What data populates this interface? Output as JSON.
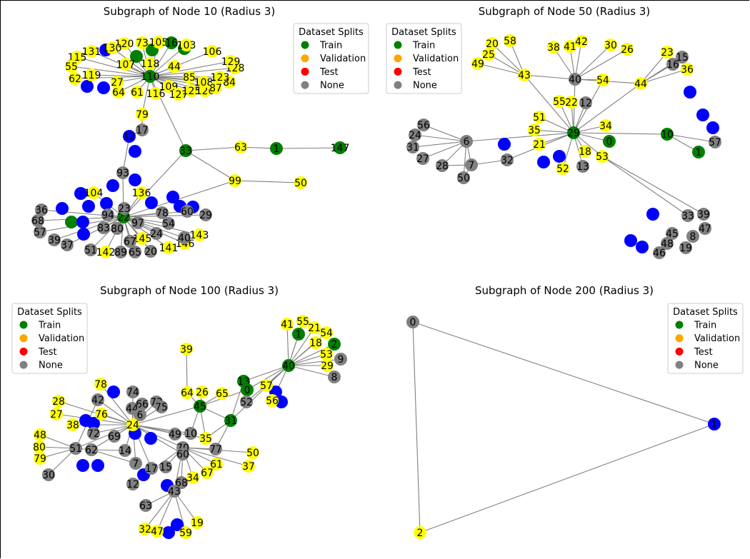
{
  "colors": {
    "Train": "#008000",
    "Validation": "#ffa500",
    "Test": "#ff0000",
    "None": "#808080",
    "yellow": "#ffff00",
    "blue": "#0000ff",
    "edge": "#808080"
  },
  "panels": [
    {
      "title": "Subgraph of Node 10 (Radius 3)",
      "legend": {
        "title": "Dataset Splits",
        "items": [
          "Train",
          "Validation",
          "Test",
          "None"
        ]
      }
    },
    {
      "title": "Subgraph of Node 50 (Radius 3)",
      "legend": {
        "title": "Dataset Splits",
        "items": [
          "Train",
          "Validation",
          "Test",
          "None"
        ]
      }
    },
    {
      "title": "Subgraph of Node 100 (Radius 3)",
      "legend": {
        "title": "Dataset Splits",
        "items": [
          "Train",
          "Validation",
          "Test",
          "None"
        ]
      }
    },
    {
      "title": "Subgraph of Node 200 (Radius 3)",
      "legend": {
        "title": "Dataset Splits",
        "items": [
          "Train",
          "Validation",
          "Test",
          "None"
        ]
      }
    }
  ],
  "graphs": [
    {
      "nodes": [
        {
          "id": "110",
          "c": "green"
        },
        {
          "id": "116",
          "c": "yellow"
        },
        {
          "id": "61",
          "c": "yellow"
        },
        {
          "id": "64",
          "c": "yellow"
        },
        {
          "id": "109",
          "c": "yellow"
        },
        {
          "id": "127",
          "c": "yellow"
        },
        {
          "id": "125",
          "c": "yellow"
        },
        {
          "id": "126",
          "c": "yellow"
        },
        {
          "id": "44",
          "c": "yellow"
        },
        {
          "id": "118",
          "c": "yellow"
        },
        {
          "id": "107",
          "c": "yellow"
        },
        {
          "id": "27",
          "c": "yellow"
        },
        {
          "id": "85",
          "c": "yellow"
        },
        {
          "id": "108",
          "c": "yellow"
        },
        {
          "id": "87",
          "c": "yellow"
        },
        {
          "id": "84",
          "c": "yellow"
        },
        {
          "id": "123",
          "c": "yellow"
        },
        {
          "id": "128",
          "c": "yellow"
        },
        {
          "id": "129",
          "c": "yellow"
        },
        {
          "id": "106",
          "c": "yellow"
        },
        {
          "id": "105",
          "c": "yellow"
        },
        {
          "id": "120",
          "c": "yellow"
        },
        {
          "id": "73",
          "c": "yellow"
        },
        {
          "id": "103",
          "c": "yellow"
        },
        {
          "id": "16",
          "c": "green"
        },
        {
          "id": "130",
          "c": "yellow"
        },
        {
          "id": "131",
          "c": "yellow"
        },
        {
          "id": "115",
          "c": "yellow"
        },
        {
          "id": "55",
          "c": "yellow"
        },
        {
          "id": "62",
          "c": "yellow"
        },
        {
          "id": "119",
          "c": "yellow"
        },
        {
          "id": "79",
          "c": "yellow"
        },
        {
          "id": "17",
          "c": "gray"
        },
        {
          "id": "12",
          "c": "blue"
        },
        {
          "id": "33",
          "c": "green"
        },
        {
          "id": "63",
          "c": "yellow"
        },
        {
          "id": "1",
          "c": "green"
        },
        {
          "id": "147",
          "c": "green"
        },
        {
          "id": "99",
          "c": "yellow"
        },
        {
          "id": "50",
          "c": "yellow"
        },
        {
          "id": "93",
          "c": "gray"
        },
        {
          "id": "22",
          "c": "green"
        },
        {
          "id": "104",
          "c": "yellow"
        },
        {
          "id": "94",
          "c": "gray"
        },
        {
          "id": "23",
          "c": "gray"
        },
        {
          "id": "97",
          "c": "gray"
        },
        {
          "id": "78",
          "c": "gray"
        },
        {
          "id": "83",
          "c": "gray"
        },
        {
          "id": "80",
          "c": "gray"
        },
        {
          "id": "36",
          "c": "gray"
        },
        {
          "id": "68",
          "c": "gray"
        },
        {
          "id": "57",
          "c": "gray"
        },
        {
          "id": "39",
          "c": "gray"
        },
        {
          "id": "37",
          "c": "gray"
        },
        {
          "id": "51",
          "c": "gray"
        },
        {
          "id": "142",
          "c": "yellow"
        },
        {
          "id": "89",
          "c": "gray"
        },
        {
          "id": "65",
          "c": "gray"
        },
        {
          "id": "20",
          "c": "gray"
        },
        {
          "id": "141",
          "c": "yellow"
        },
        {
          "id": "146",
          "c": "yellow"
        },
        {
          "id": "143",
          "c": "yellow"
        },
        {
          "id": "145",
          "c": "yellow"
        },
        {
          "id": "24",
          "c": "gray"
        },
        {
          "id": "54",
          "c": "gray"
        },
        {
          "id": "29",
          "c": "gray"
        },
        {
          "id": "60",
          "c": "gray"
        },
        {
          "id": "136",
          "c": "yellow"
        },
        {
          "id": "40",
          "c": "gray"
        },
        {
          "id": "67",
          "c": "gray"
        }
      ]
    },
    {
      "nodes": [
        {
          "id": "29",
          "c": "green"
        },
        {
          "id": "0",
          "c": "green"
        },
        {
          "id": "34",
          "c": "yellow"
        },
        {
          "id": "18",
          "c": "yellow"
        },
        {
          "id": "53",
          "c": "yellow"
        },
        {
          "id": "13",
          "c": "gray"
        },
        {
          "id": "52",
          "c": "yellow"
        },
        {
          "id": "21",
          "c": "yellow"
        },
        {
          "id": "35",
          "c": "yellow"
        },
        {
          "id": "51",
          "c": "yellow"
        },
        {
          "id": "55",
          "c": "yellow"
        },
        {
          "id": "22",
          "c": "yellow"
        },
        {
          "id": "12",
          "c": "gray"
        },
        {
          "id": "40",
          "c": "gray"
        },
        {
          "id": "38",
          "c": "yellow"
        },
        {
          "id": "41",
          "c": "yellow"
        },
        {
          "id": "42",
          "c": "yellow"
        },
        {
          "id": "43",
          "c": "yellow"
        },
        {
          "id": "20",
          "c": "yellow"
        },
        {
          "id": "58",
          "c": "yellow"
        },
        {
          "id": "25",
          "c": "yellow"
        },
        {
          "id": "49",
          "c": "yellow"
        },
        {
          "id": "54",
          "c": "yellow"
        },
        {
          "id": "30",
          "c": "yellow"
        },
        {
          "id": "26",
          "c": "yellow"
        },
        {
          "id": "44",
          "c": "yellow"
        },
        {
          "id": "23",
          "c": "yellow"
        },
        {
          "id": "15",
          "c": "gray"
        },
        {
          "id": "16",
          "c": "gray"
        },
        {
          "id": "36",
          "c": "yellow"
        },
        {
          "id": "10",
          "c": "green"
        },
        {
          "id": "57",
          "c": "gray"
        },
        {
          "id": "1",
          "c": "green"
        },
        {
          "id": "6",
          "c": "gray"
        },
        {
          "id": "56",
          "c": "gray"
        },
        {
          "id": "24",
          "c": "gray"
        },
        {
          "id": "31",
          "c": "gray"
        },
        {
          "id": "27",
          "c": "gray"
        },
        {
          "id": "28",
          "c": "gray"
        },
        {
          "id": "7",
          "c": "gray"
        },
        {
          "id": "50",
          "c": "gray"
        },
        {
          "id": "32",
          "c": "gray"
        },
        {
          "id": "33",
          "c": "gray"
        },
        {
          "id": "39",
          "c": "gray"
        },
        {
          "id": "47",
          "c": "gray"
        },
        {
          "id": "8",
          "c": "gray"
        },
        {
          "id": "19",
          "c": "gray"
        },
        {
          "id": "45",
          "c": "gray"
        },
        {
          "id": "48",
          "c": "gray"
        },
        {
          "id": "46",
          "c": "gray"
        }
      ]
    },
    {
      "nodes": [
        {
          "id": "39",
          "c": "yellow"
        },
        {
          "id": "41",
          "c": "yellow"
        },
        {
          "id": "55",
          "c": "yellow"
        },
        {
          "id": "1",
          "c": "green"
        },
        {
          "id": "21",
          "c": "yellow"
        },
        {
          "id": "54",
          "c": "yellow"
        },
        {
          "id": "18",
          "c": "yellow"
        },
        {
          "id": "2",
          "c": "green"
        },
        {
          "id": "53",
          "c": "yellow"
        },
        {
          "id": "9",
          "c": "gray"
        },
        {
          "id": "29",
          "c": "yellow"
        },
        {
          "id": "40",
          "c": "green"
        },
        {
          "id": "8",
          "c": "gray"
        },
        {
          "id": "13",
          "c": "green"
        },
        {
          "id": "0",
          "c": "green"
        },
        {
          "id": "57",
          "c": "yellow"
        },
        {
          "id": "56",
          "c": "yellow"
        },
        {
          "id": "52",
          "c": "gray"
        },
        {
          "id": "64",
          "c": "yellow"
        },
        {
          "id": "26",
          "c": "yellow"
        },
        {
          "id": "65",
          "c": "yellow"
        },
        {
          "id": "45",
          "c": "green"
        },
        {
          "id": "31",
          "c": "green"
        },
        {
          "id": "78",
          "c": "yellow"
        },
        {
          "id": "74",
          "c": "gray"
        },
        {
          "id": "42",
          "c": "gray"
        },
        {
          "id": "66",
          "c": "gray"
        },
        {
          "id": "44",
          "c": "gray"
        },
        {
          "id": "73",
          "c": "gray"
        },
        {
          "id": "75",
          "c": "gray"
        },
        {
          "id": "6",
          "c": "gray"
        },
        {
          "id": "28",
          "c": "yellow"
        },
        {
          "id": "27",
          "c": "yellow"
        },
        {
          "id": "76",
          "c": "yellow"
        },
        {
          "id": "38",
          "c": "yellow"
        },
        {
          "id": "24",
          "c": "yellow"
        },
        {
          "id": "72",
          "c": "gray"
        },
        {
          "id": "69",
          "c": "gray"
        },
        {
          "id": "49",
          "c": "gray"
        },
        {
          "id": "10",
          "c": "gray"
        },
        {
          "id": "35",
          "c": "yellow"
        },
        {
          "id": "48",
          "c": "yellow"
        },
        {
          "id": "80",
          "c": "yellow"
        },
        {
          "id": "79",
          "c": "yellow"
        },
        {
          "id": "51",
          "c": "gray"
        },
        {
          "id": "62",
          "c": "gray"
        },
        {
          "id": "14",
          "c": "gray"
        },
        {
          "id": "70",
          "c": "gray"
        },
        {
          "id": "60",
          "c": "gray"
        },
        {
          "id": "77",
          "c": "gray"
        },
        {
          "id": "50",
          "c": "yellow"
        },
        {
          "id": "37",
          "c": "yellow"
        },
        {
          "id": "30",
          "c": "gray"
        },
        {
          "id": "7",
          "c": "gray"
        },
        {
          "id": "17",
          "c": "gray"
        },
        {
          "id": "15",
          "c": "gray"
        },
        {
          "id": "61",
          "c": "yellow"
        },
        {
          "id": "67",
          "c": "yellow"
        },
        {
          "id": "34",
          "c": "yellow"
        },
        {
          "id": "12",
          "c": "gray"
        },
        {
          "id": "68",
          "c": "gray"
        },
        {
          "id": "43",
          "c": "gray"
        },
        {
          "id": "63",
          "c": "gray"
        },
        {
          "id": "32",
          "c": "yellow"
        },
        {
          "id": "47",
          "c": "yellow"
        },
        {
          "id": "59",
          "c": "yellow"
        },
        {
          "id": "19",
          "c": "yellow"
        }
      ]
    },
    {
      "nodes": [
        {
          "id": "0",
          "c": "gray"
        },
        {
          "id": "1",
          "c": "blue"
        },
        {
          "id": "2",
          "c": "yellow"
        }
      ]
    }
  ]
}
